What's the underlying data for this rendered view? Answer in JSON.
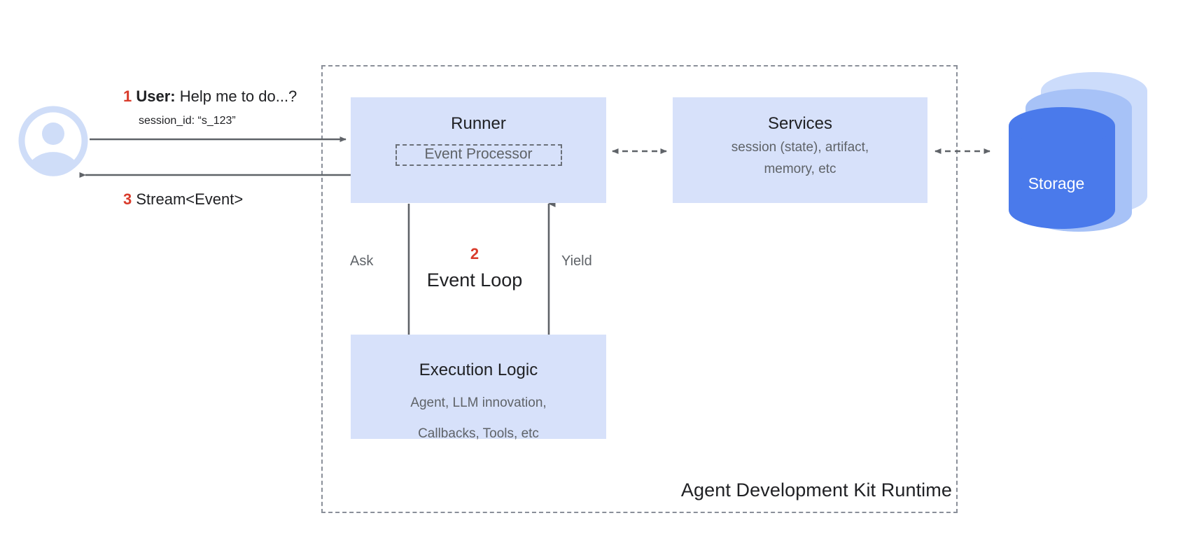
{
  "diagram": {
    "container_label": "Agent Development Kit Runtime",
    "accent_color": "#d93b2b",
    "box_fill": "#d7e1fa",
    "storage_color": "#4a7aeb",
    "line_color": "#5f6368"
  },
  "user": {
    "icon_name": "user-avatar-icon",
    "step_1_number": "1",
    "step_1_prefix": "User:",
    "step_1_text": "Help me to do...?",
    "session_id": "session_id: “s_123”",
    "step_3_number": "3",
    "step_3_text": "Stream<Event>"
  },
  "runner": {
    "title": "Runner",
    "event_processor": "Event Processor"
  },
  "services": {
    "title": "Services",
    "subtitle_line1": "session (state), artifact,",
    "subtitle_line2": "memory, etc"
  },
  "execution": {
    "title": "Execution Logic",
    "subtitle_line1": "Agent, LLM innovation,",
    "subtitle_line2": "Callbacks, Tools, etc"
  },
  "event_loop": {
    "number": "2",
    "label": "Event Loop",
    "ask_label": "Ask",
    "yield_label": "Yield"
  },
  "storage": {
    "label": "Storage"
  }
}
